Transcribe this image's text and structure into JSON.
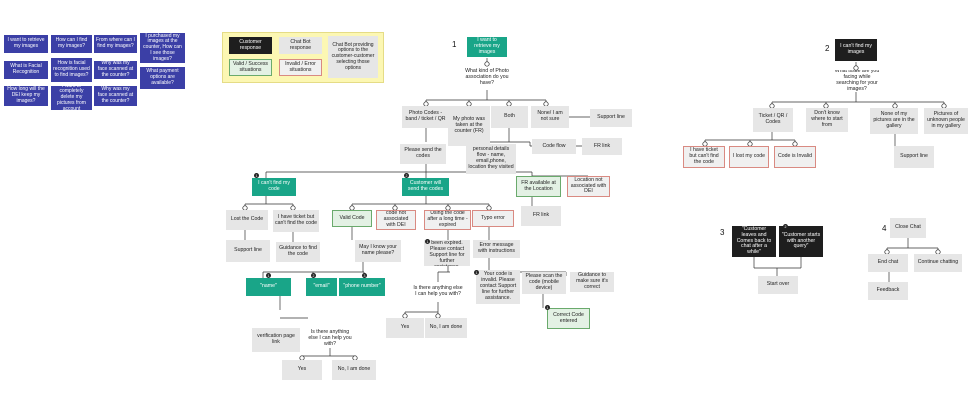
{
  "faq": [
    "I want to retrieve my images",
    "What is Facial Recognition",
    "How long will the DEI keep my images?",
    "How can I find my images?",
    "How is facial recognition used to find images?",
    "I want to completely delete my pictures from account",
    "From where can I find my images?",
    "Why was my face scanned at the counter?",
    "Why was my face scanned at the counter?",
    "I purchased my images at the counter, How can I see those images?",
    "What payment options are available?"
  ],
  "legend": {
    "customer_response": "Customer response",
    "chatbot_response": "Chat Bot response",
    "options": "Chat Bot providing options to the customer-customer selecting those options",
    "valid": "Valid / Success situations",
    "invalid": "Invalid / Error situations"
  },
  "numbers": [
    "1",
    "2",
    "3",
    "4"
  ],
  "flow1": {
    "start": "I want to retrieve my images",
    "question": "What kind of Photo association do you have?",
    "opt_codes": "Photo Codes - band / ticket / QR",
    "opt_fr": "My photo was taken at the counter (FR)",
    "opt_both": "Both",
    "opt_none": "None/ I am not sure",
    "support_line": "Support line",
    "send_codes": "Please send the codes",
    "personal_details": "personal details flow - name, email,phone, location they visited",
    "code_flow": "Code flow",
    "fr_link_top": "FR link",
    "cant_find_code": "I can't find my code",
    "customer_send_codes": "Customer will send the codes",
    "fr_available": "FR available at the Location",
    "location_not_assoc": "Location not associated with DEI",
    "fr_link": "FR link",
    "lost_code": "Lost the Code",
    "have_ticket": "I have ticket but can't find the code",
    "support_line_2": "Support line",
    "guidance": "Guidance to find the code",
    "valid_code": "Valid Code",
    "not_assoc": "code not associated with DEI",
    "expired": "Using the code after a long time - expired",
    "typo": "Typo error",
    "may_i_know": "May I know your name please?",
    "expired_msg": "This code has been expired. Please contact Support line for further assistance.",
    "error_msg": "Error message with instructions",
    "name": "\"name\"",
    "email": "\"email\"",
    "phone": "\"phone number\"",
    "anything_else_1": "Is there anything else I can help you with?",
    "invalid_msg": "Your code is invalid. Please contact Support line for further assistance.",
    "scan_code": "Please scan the code (mobile device)",
    "guidance_sure": "Guidance to make sure it's correct",
    "correct_code": "Correct Code entered",
    "yes_1": "Yes",
    "no_done_1": "No, I am done",
    "verification": "verification page link",
    "anything_else_2": "Is there anything else I can help you with?",
    "yes_2": "Yes",
    "no_done_2": "No, I am done"
  },
  "flow2": {
    "start": "I can't find my images",
    "question": "What issue are you facing while searching for your images?",
    "opt_ticket": "Ticket / QR / Codes",
    "opt_dont_know": "Don't know where to start from",
    "opt_none": "None of my pictures are in the gallery",
    "opt_unknown": "Pictures of unknown people in my gallery",
    "have_ticket": "I have ticket but can't find the code",
    "lost_code": "I lost my code",
    "code_invalid": "Code is Invalid",
    "support_line": "Support line"
  },
  "flow3": {
    "leaves": "\"Customer leaves and Comes back to chat after a while\"",
    "another": "\"Customer starts with another query\"",
    "start_over": "Start over"
  },
  "flow4": {
    "close_chat": "Close Chat",
    "end_chat": "End chat",
    "continue": "Continue chatting",
    "feedback": "Feedback"
  },
  "colors": {
    "faq": "#3b3fa6",
    "teal": "#19a588",
    "black": "#1e1e1e",
    "grey": "#e6e6e6",
    "valid_border": "#6aaa6c",
    "invalid_border": "#d98a82",
    "legend_bg": "#fcf7b3"
  }
}
